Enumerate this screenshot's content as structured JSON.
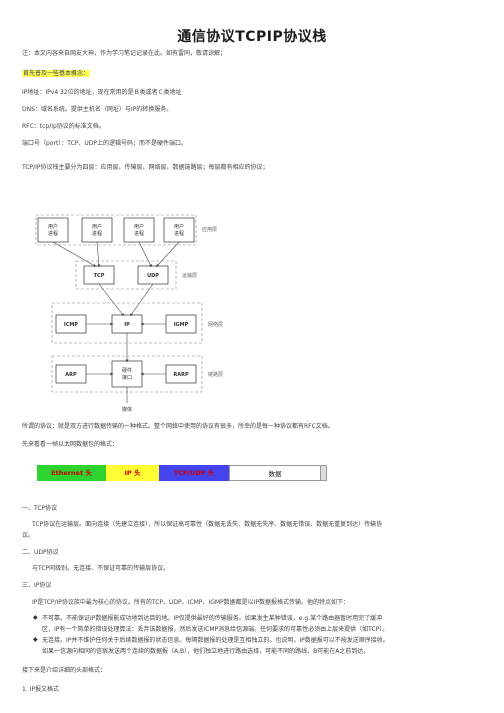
{
  "doc": {
    "title": "通信协议TCPIP协议栈",
    "note": "注：本文内容来自网友大神，作为学习笔记记录在此。如有雷同，敬请谅解；",
    "highlight": "首先普及一些基本概念：",
    "concepts": [
      "IP地址：IPv4 32位的地址，现在常用的是Ｂ类或者Ｃ类地址",
      "DNS：域名系统。提供主机名（网址）与IP的转换服务。",
      "RFC：tcp/ip协议的标准文档。",
      "端口号（port）：TCP、UDP上的逻辑号码；而不是硬件端口。"
    ],
    "stack_intro": "TCP/IP协议栈主要分为四层：应用层、传输层、网络层、数据链路层；每层都有相应的协议；",
    "protocol_desc": "所谓的协议：就是双方进行数据传输的一种格式。整个网络中使用的协议有很多，所幸的是每一种协议都有RFC文档。",
    "frame_intro": "先来看看一帧以太网数据包的格式：",
    "sections": [
      {
        "heading": "一、TCP协议",
        "body": [
          "TCP协议在运输层。面向连接（先建立连接），所以保证高可靠性（数据无丢失、数据无失序、数据无错误、数据无重复到达）传输协",
          "议。"
        ]
      },
      {
        "heading": "二、UDP协议",
        "body": [
          "与TCP同级别。无连接、不保证可靠的传输层协议。"
        ]
      },
      {
        "heading": "三、IP协议",
        "body": [
          "IP是TCP/IP协议族中最为核心的协议。所有的TCP、UDP、ICMP、IGMP数据都是以IP数据报格式传输。他的特点如下："
        ]
      }
    ],
    "bullets": [
      [
        "不可靠。不能保证IP数据报能成功地到达目的地。IP仅提供最好的传输服务。如果发生某种错误，e.g.某个路由器暂时用完了缓冲",
        "区，IP有一个简单的错误处理算法：丢弃该数据报，然后发送ICMP消息给信源端。任何要求的可靠性必须由上层来提供（如TCP）。"
      ],
      [
        "无连接。IP并不维护任何关于后续数据报的状态信息。每隔数据报的处理是互相独立的。也说明，IP数据报可以不按发送顺序接收。",
        "如果一信源向相同的信宿发送两个连续的数据报（A,B），他们独立地进行路由选择，可能不同的路线，B可能在A之前到达。"
      ]
    ],
    "next_intro": "接下来是介绍详细的头部格式：",
    "subhead": "1. IP报文格式"
  },
  "diagram": {
    "apps": [
      "用户\n进程",
      "用户\n进程",
      "用户\n进程",
      "用户\n进程"
    ],
    "layer_app": "应用层",
    "tcp": "TCP",
    "udp": "UDP",
    "layer_transport": "运输层",
    "icmp": "ICMP",
    "ip": "IP",
    "igmp": "IGMP",
    "layer_network": "网络层",
    "arp": "ARP",
    "hw": "硬件\n接口",
    "rarp": "RARP",
    "layer_link": "链路层",
    "medium": "媒体"
  },
  "frame": {
    "ethernet": "Ethernet 头",
    "ip": "IP 头",
    "tcp": "TCP/UDP 头",
    "data": "数据"
  }
}
